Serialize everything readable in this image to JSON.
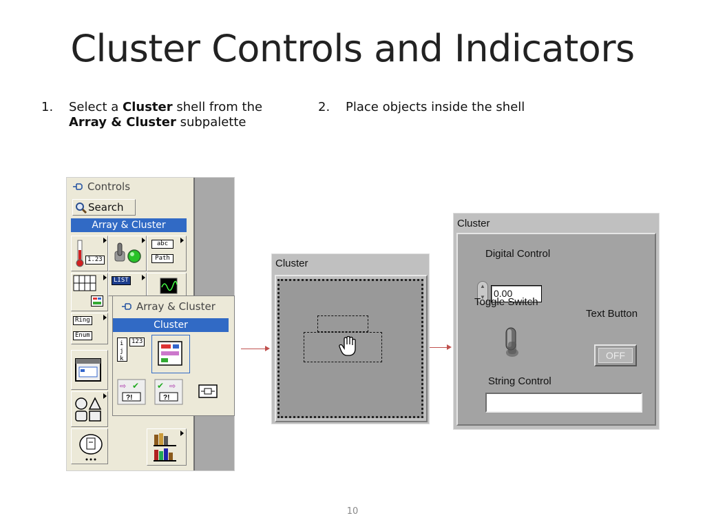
{
  "slide": {
    "title": "Cluster Controls and Indicators",
    "page_number": "10"
  },
  "steps": [
    {
      "num": "1.",
      "parts": [
        "Select a ",
        "Cluster",
        " shell from the ",
        "Array & Cluster",
        " subpalette"
      ]
    },
    {
      "num": "2.",
      "text": "Place objects inside the shell"
    }
  ],
  "palette": {
    "title": "Controls",
    "search_label": "Search",
    "category": "Array & Cluster",
    "icon_labels": {
      "numeric": "1.23",
      "string_abc": "abc",
      "path": "Path",
      "list": "LIST",
      "ring": "Ring",
      "enum": "Enum"
    },
    "subpalette": {
      "title": "Array & Cluster",
      "selected": "Cluster",
      "array_label": "123"
    }
  },
  "cluster_empty": {
    "label": "Cluster"
  },
  "cluster_filled": {
    "label": "Cluster",
    "digital_control_label": "Digital Control",
    "digital_control_value": "0.00",
    "toggle_label": "Toggle Switch",
    "text_button_label": "Text Button",
    "text_button_value": "OFF",
    "string_control_label": "String Control",
    "string_control_value": ""
  },
  "colors": {
    "accent": "#316ac5",
    "arrow": "#c0504d",
    "panel_gray": "#c0c0c0"
  }
}
